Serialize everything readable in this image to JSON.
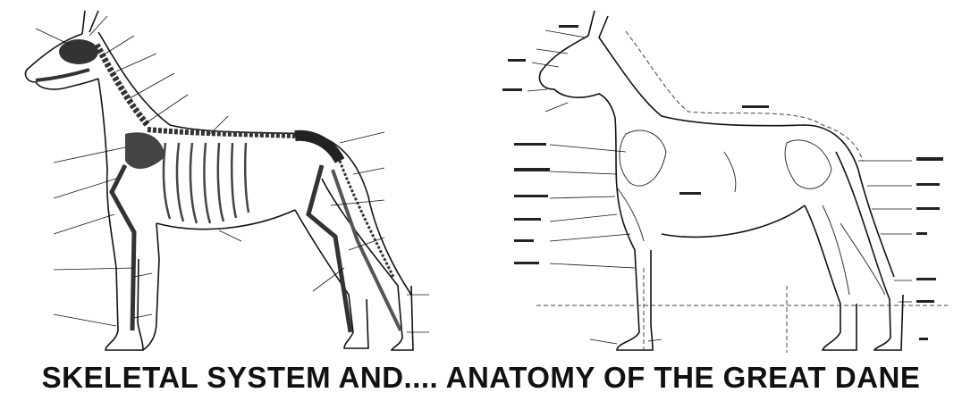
{
  "caption": "SKELETAL SYSTEM AND.... ANATOMY OF THE GREAT DANE",
  "colors": {
    "ink": "#111111",
    "bone_shade": "#555555",
    "background": "#ffffff"
  },
  "left_diagram": {
    "name": "skeletal-system"
  },
  "right_diagram": {
    "name": "external-anatomy"
  }
}
